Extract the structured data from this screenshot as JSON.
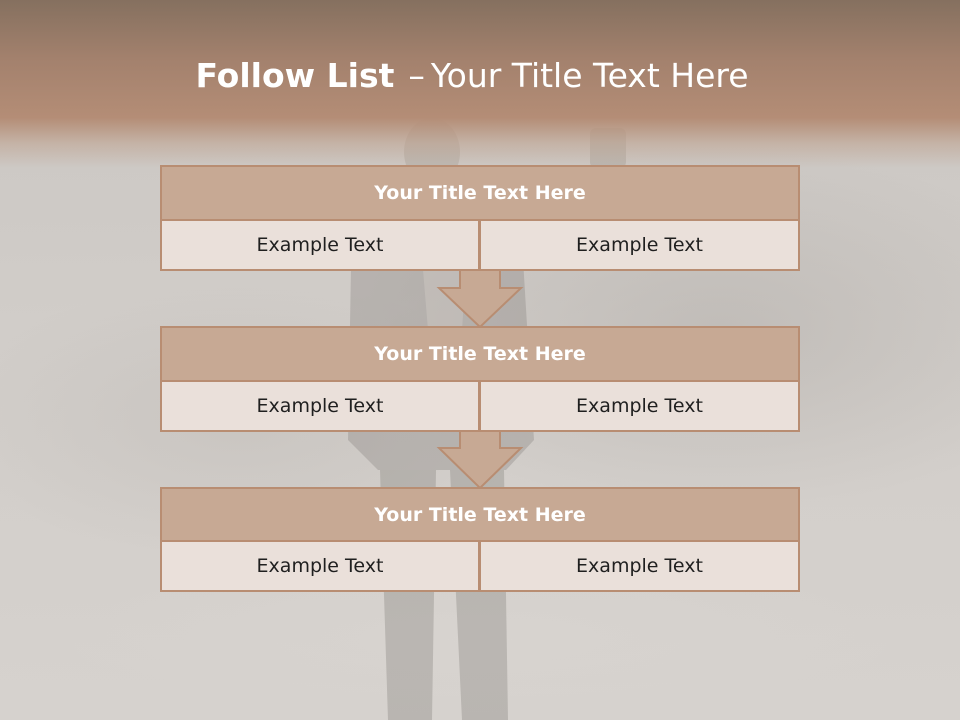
{
  "slide": {
    "title_bold": "Follow List",
    "title_separator": "–",
    "title_rest": "Your Title Text Here",
    "colors": {
      "header": "#a3816d",
      "block_title_fill": "#c7a994",
      "block_border": "#b88d72",
      "cell_fill": "#eae0da",
      "arrow_fill": "#c7a994"
    }
  },
  "blocks": [
    {
      "title": "Your Title Text Here",
      "left_text": "Example Text",
      "right_text": "Example Text"
    },
    {
      "title": "Your Title Text Here",
      "left_text": "Example Text",
      "right_text": "Example Text"
    },
    {
      "title": "Your Title Text Here",
      "left_text": "Example Text",
      "right_text": "Example Text"
    }
  ],
  "connectors": [
    "down-arrow-icon",
    "down-arrow-icon"
  ]
}
